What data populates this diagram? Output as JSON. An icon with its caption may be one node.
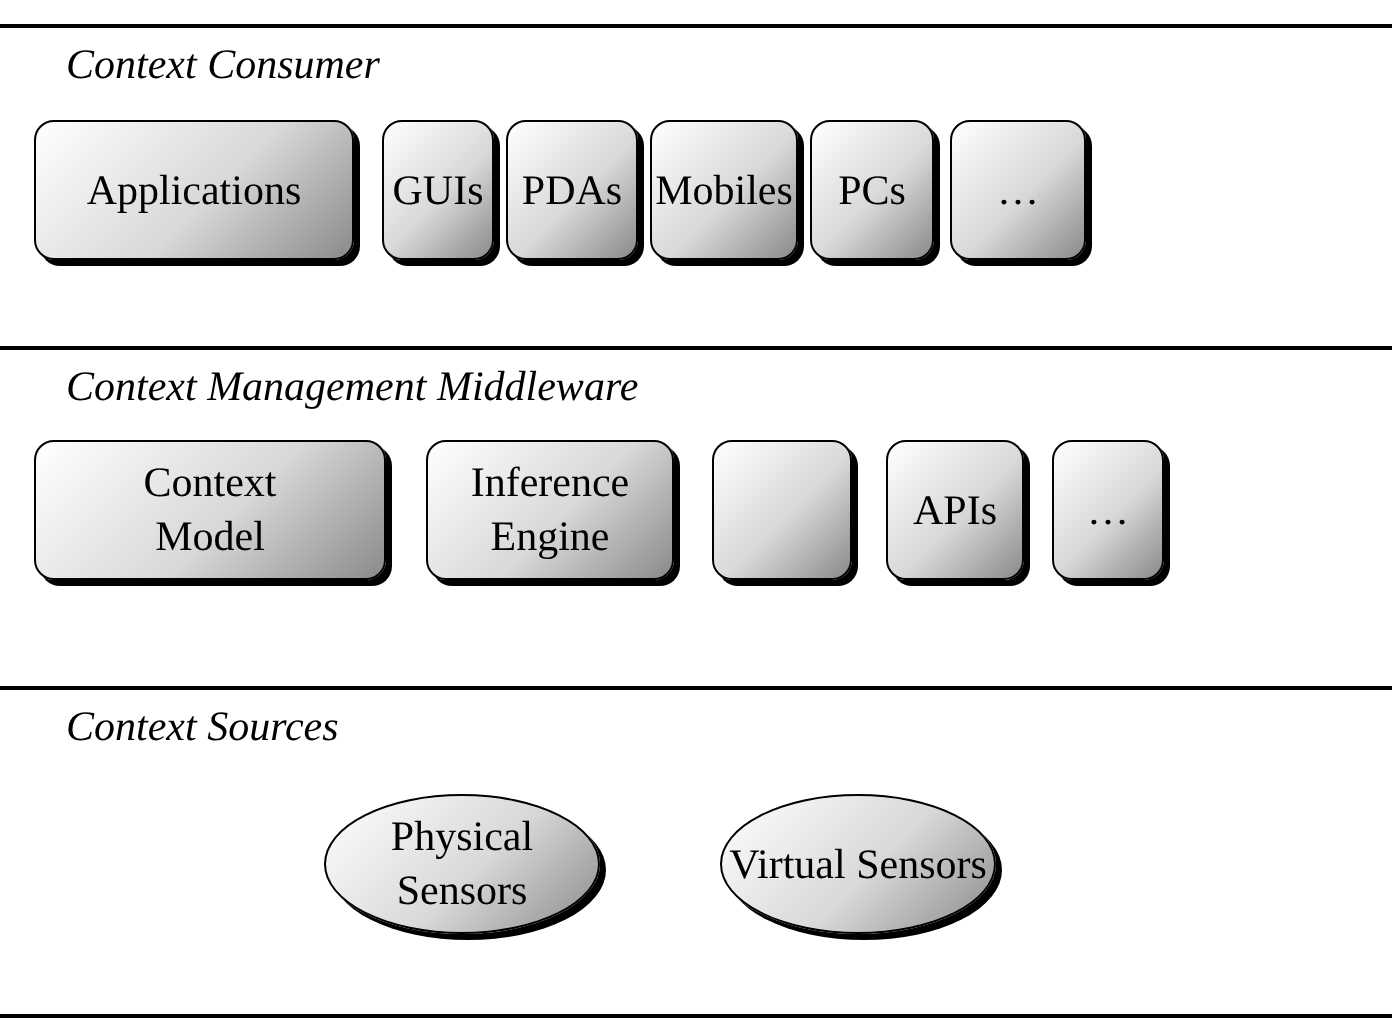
{
  "diagram": {
    "nodes": [
      {
        "text": [
          "Context Consumer"
        ]
      },
      {
        "text": [
          "Applications"
        ],
        "in": 0
      },
      {
        "text": [
          "GUIs"
        ],
        "in": 0
      },
      {
        "text": [
          "PDAs"
        ],
        "in": 0
      },
      {
        "text": [
          "Mobiles"
        ],
        "in": 0
      },
      {
        "text": [
          "PCs"
        ],
        "in": 0
      },
      {
        "text": [
          "…"
        ],
        "in": 0
      },
      {
        "text": [
          "Context Management Middleware"
        ]
      },
      {
        "text": [
          "Context Model"
        ],
        "in": 7
      },
      {
        "text": [
          "Inference Engine"
        ],
        "in": 7
      },
      {
        "text": [],
        "shape": "box",
        "in": 7
      },
      {
        "text": [
          "APIs"
        ],
        "in": 7
      },
      {
        "text": [
          "…"
        ],
        "in": 7
      },
      {
        "text": [
          "Context Sources"
        ]
      },
      {
        "text": [
          "Physical Sensors"
        ],
        "in": 13
      },
      {
        "text": [
          "Virtual Sensors"
        ],
        "in": 13
      }
    ]
  }
}
